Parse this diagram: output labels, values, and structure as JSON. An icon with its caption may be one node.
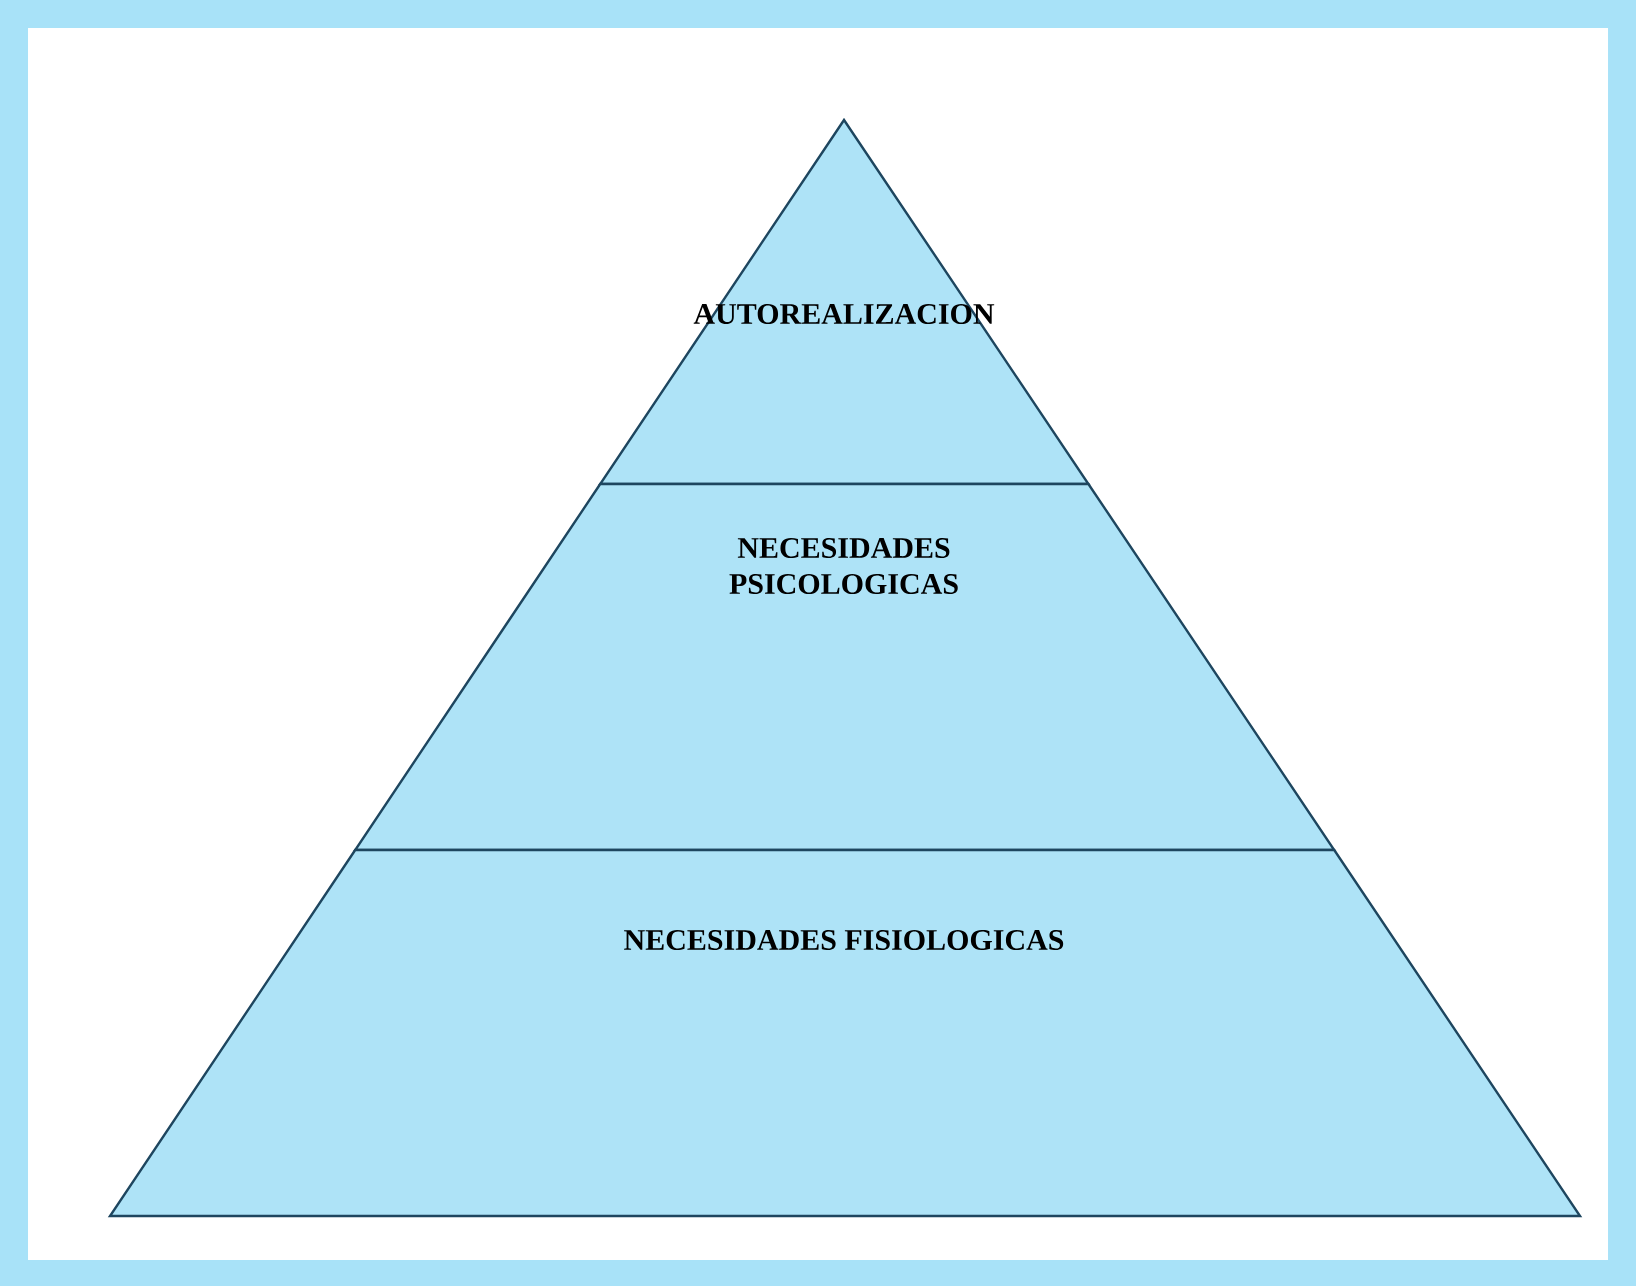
{
  "diagram": {
    "nodes": [
      {
        "text": [
          "AUTOREALIZACION"
        ]
      },
      {
        "text": [
          "NECESIDADES PSICOLOGICAS"
        ]
      },
      {
        "text": [
          "NECESIDADES FISIOLOGICAS"
        ]
      }
    ]
  }
}
